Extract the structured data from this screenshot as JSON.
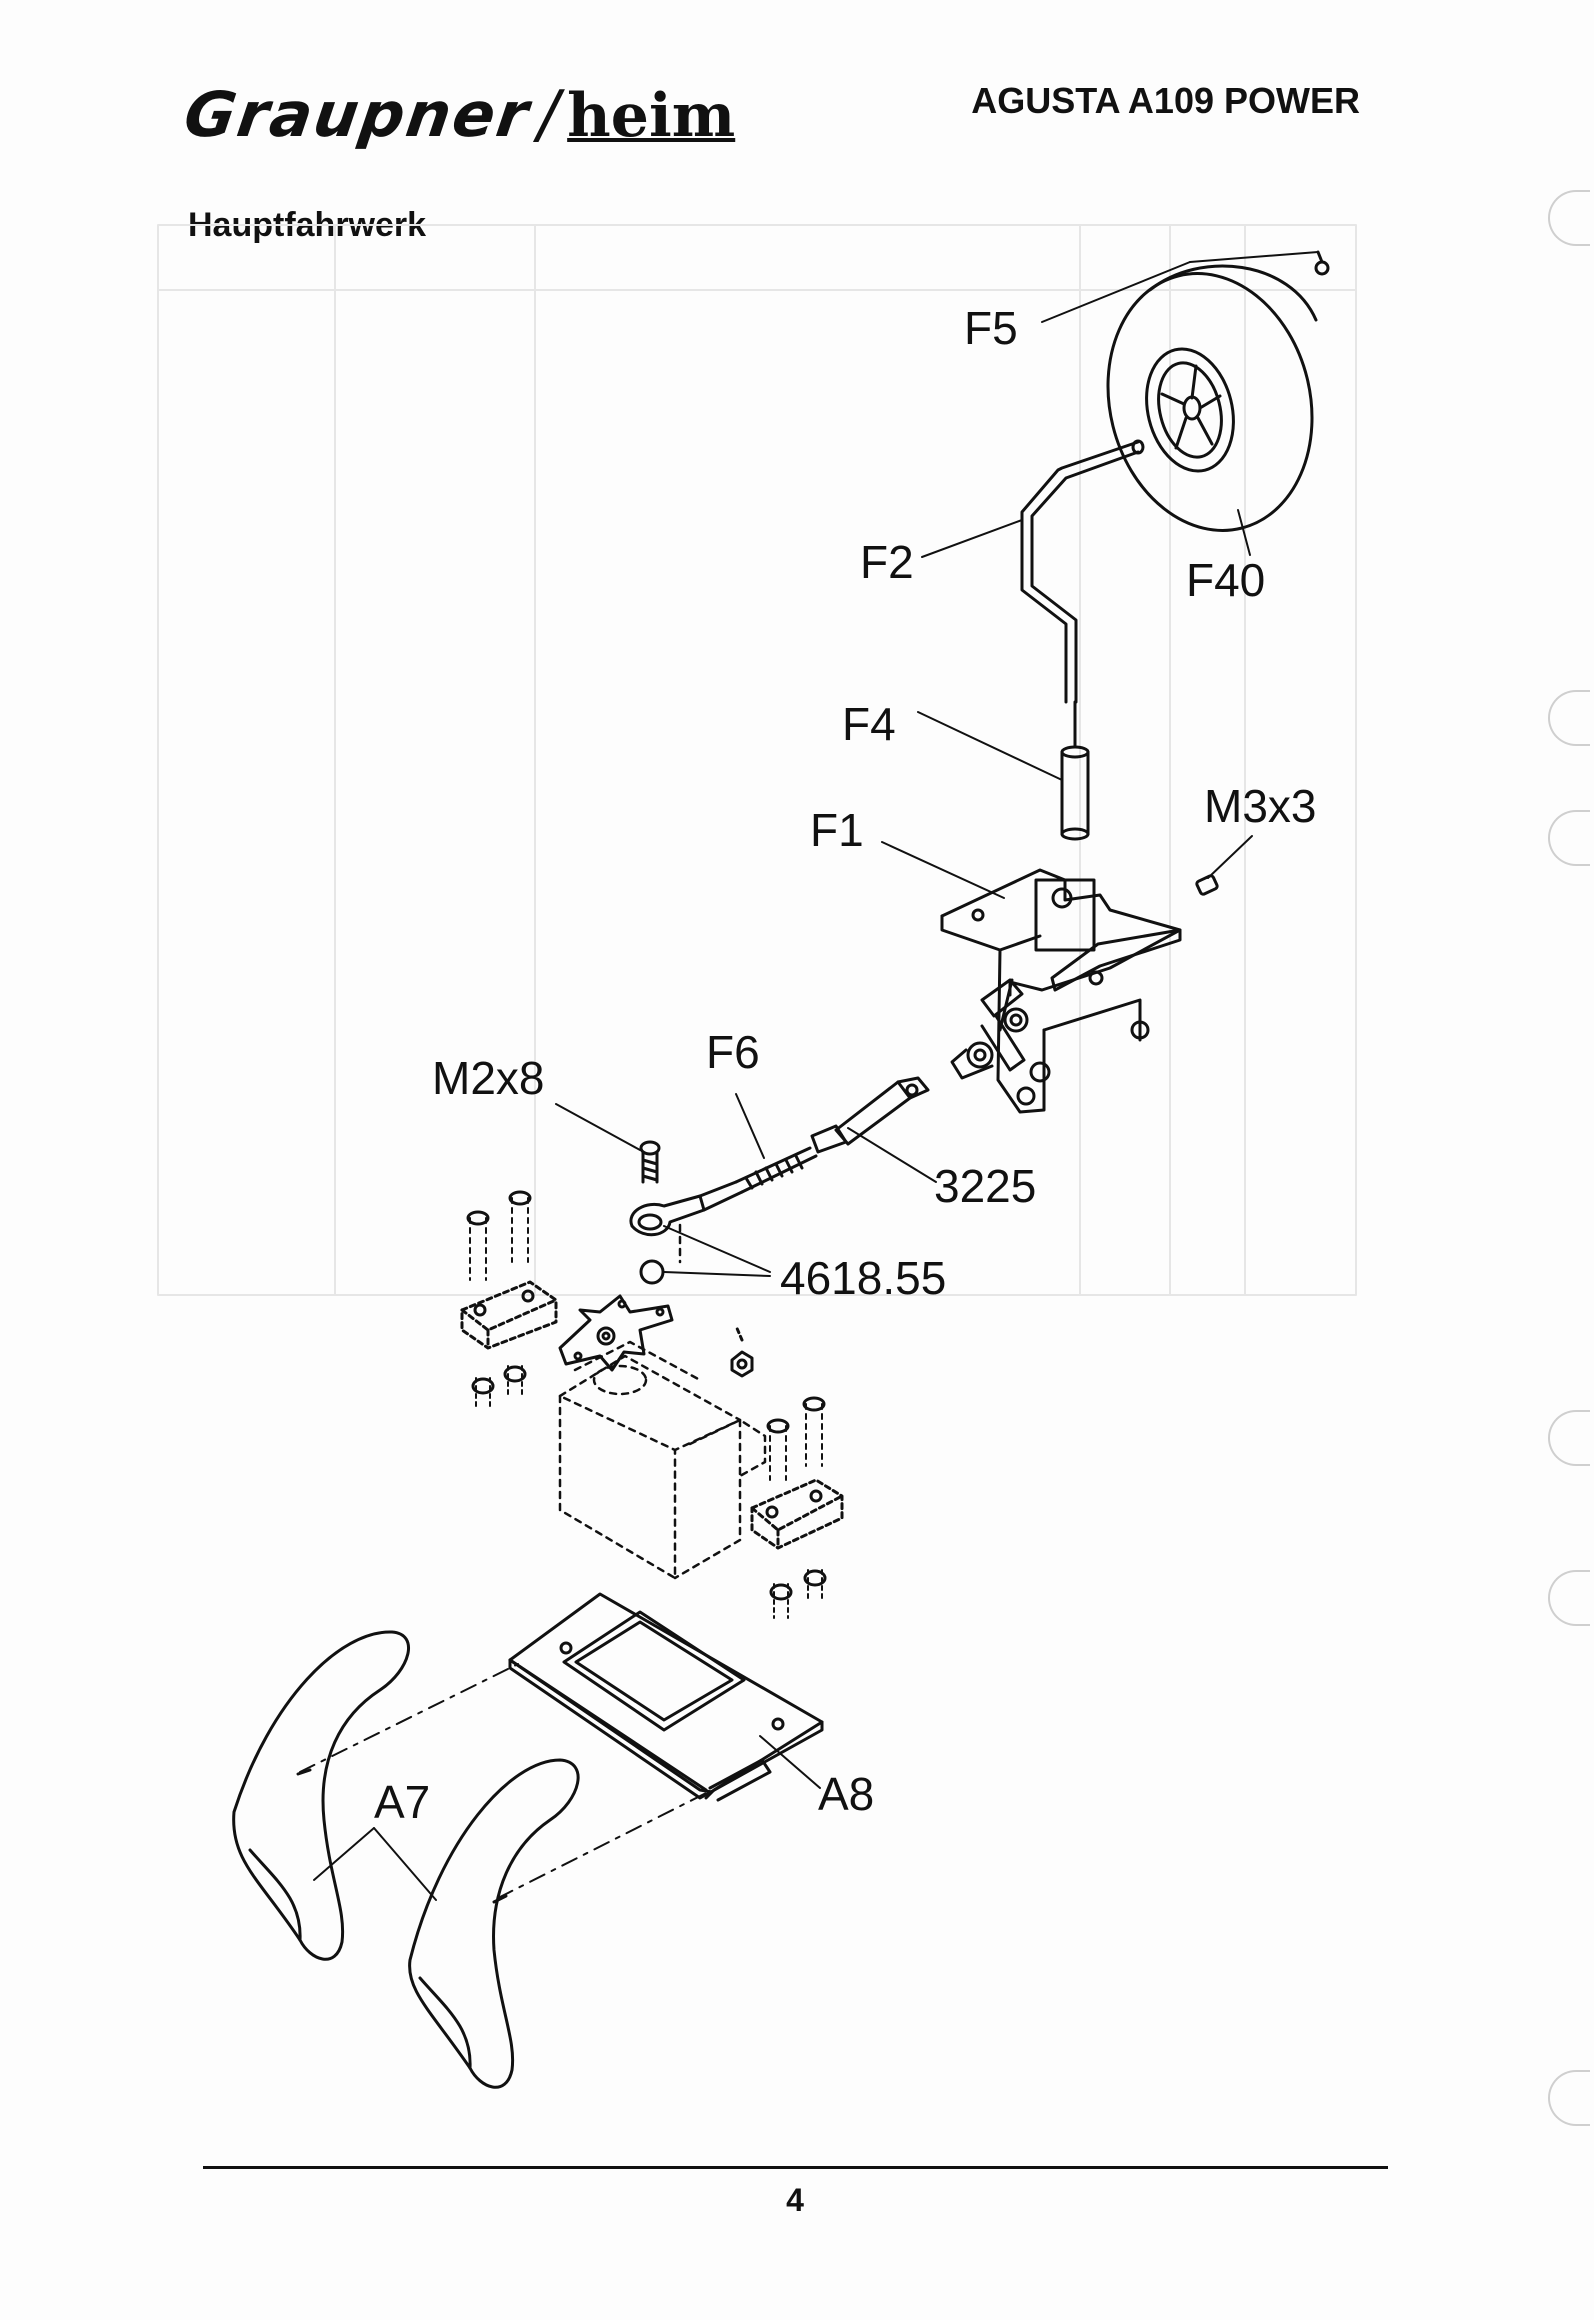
{
  "header": {
    "brand_left": "Graupner",
    "brand_slash": "/",
    "brand_right": "heim",
    "document_title": "AGUSTA A109 POWER"
  },
  "section": {
    "title": "Hauptfahrwerk"
  },
  "callouts": {
    "f5": "F5",
    "f40": "F40",
    "f2": "F2",
    "f4": "F4",
    "f1": "F1",
    "m3x3": "M3x3",
    "f6": "F6",
    "m2x8": "M2x8",
    "part_3225": "3225",
    "part_4618": "4618.55",
    "a7": "A7",
    "a8": "A8"
  },
  "footer": {
    "page_number": "4"
  }
}
